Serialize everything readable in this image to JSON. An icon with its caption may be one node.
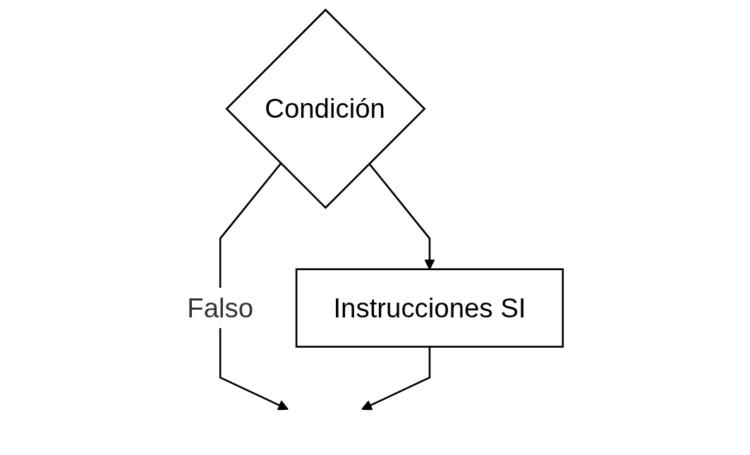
{
  "diagram": {
    "nodes": [
      {
        "text": [
          "Condición"
        ]
      },
      {
        "text": [
          "Instrucciones SI"
        ]
      }
    ],
    "edges": [
      {
        "from": 0,
        "to": 1,
        "arrow": "to"
      },
      {
        "from": 0,
        "to": null,
        "arrow": "to",
        "label": "Falso"
      },
      {
        "from": 1,
        "to": null,
        "arrow": "to"
      }
    ]
  }
}
